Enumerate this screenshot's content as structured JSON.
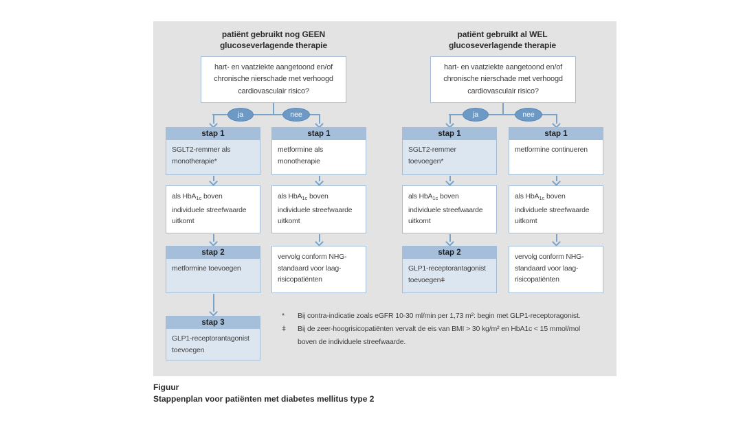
{
  "colors": {
    "panel_bg": "#e3e3e3",
    "step_header_blue": "#a5bfdb",
    "step_body_light_blue": "#dce6f1",
    "box_border": "#a3bdd7",
    "arrow_line": "#78a2c9",
    "decision_oval": "#6d99c5",
    "text_dark": "#2d2d2d",
    "text_body": "#3e3e3e"
  },
  "panel": {
    "groups": [
      {
        "title1": "patiënt gebruikt nog GEEN",
        "title2": "glucoseverlagende therapie",
        "question": "hart- en vaatziekte aangetoond en/of chronische nierschade met verhoogd cardiovasculair risico?",
        "ja": "ja",
        "nee": "nee",
        "cols": [
          {
            "step1": {
              "label": "stap 1",
              "text": "SGLT2-remmer als monotherapie*"
            },
            "cond": {
              "pre": "als HbA",
              "sub": "1c",
              "post": " boven individuele streefwaarde uitkomt"
            },
            "step2": {
              "label": "stap 2",
              "text": "metformine toevoegen"
            },
            "step3": {
              "label": "stap 3",
              "text": "GLP1-receptorantagonist toevoegen"
            }
          },
          {
            "step1": {
              "label": "stap 1",
              "text": "metformine als monotherapie"
            },
            "cond": {
              "pre": "als HbA",
              "sub": "1c",
              "post": " boven individuele streefwaarde uitkomt"
            },
            "followup": "vervolg conform NHG-standaard voor laag-risicopatiënten"
          }
        ]
      },
      {
        "title1": "patiënt gebruikt al WEL",
        "title2": "glucoseverlagende therapie",
        "question": "hart- en vaatziekte aangetoond en/of chronische nierschade met verhoogd cardiovasculair risico?",
        "ja": "ja",
        "nee": "nee",
        "cols": [
          {
            "step1": {
              "label": "stap 1",
              "text": "SGLT2-remmer toevoegen*"
            },
            "cond": {
              "pre": "als HbA",
              "sub": "1c",
              "post": " boven individuele streefwaarde uitkomt"
            },
            "step2": {
              "label": "stap 2",
              "text": "GLP1-receptorantagonist toevoegenǂ"
            }
          },
          {
            "step1": {
              "label": "stap 1",
              "text": "metformine continueren"
            },
            "cond": {
              "pre": "als HbA",
              "sub": "1c",
              "post": " boven individuele streefwaarde uitkomt"
            },
            "followup": "vervolg conform NHG-standaard voor laag-risicopatiënten"
          }
        ]
      }
    ],
    "footnotes": [
      {
        "marker": "*",
        "lines": [
          "Bij contra-indicatie zoals eGFR 10-30 ml/min per 1,73 m²: begin met GLP1-receptoragonist."
        ]
      },
      {
        "marker": "ǂ",
        "lines": [
          "Bij de zeer-hoogrisicopatiënten vervalt de eis van BMI > 30 kg/m² en HbA1c < 15 mmol/mol",
          "boven de individuele streefwaarde."
        ]
      }
    ]
  },
  "caption": {
    "label": "Figuur",
    "title": "Stappenplan voor patiënten met diabetes mellitus type 2"
  }
}
